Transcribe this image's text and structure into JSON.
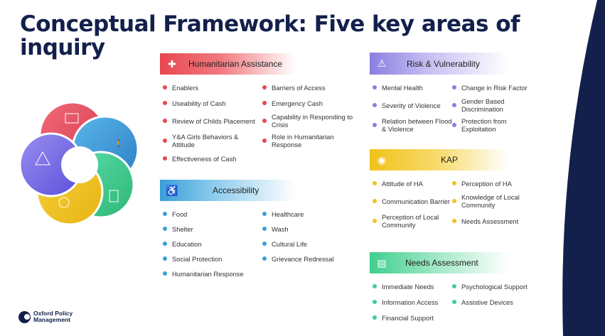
{
  "title": "Conceptual Framework: Five key areas of inquiry",
  "logo": {
    "line1": "Oxford Policy",
    "line2": "Management"
  },
  "sections": {
    "ha": {
      "label": "Humanitarian Assistance",
      "icon": "medical-kit-icon",
      "color": "#e9474f",
      "items": [
        "Enablers",
        "Barriers of Access",
        "Useability of Cash",
        "Emergency Cash",
        "Review of Childs Placement",
        "Capability in Responding to Crisis",
        "Y&A Girls Behaviors & Attitude",
        "Role in Humanitarian Response",
        "Effectiveness of Cash"
      ]
    },
    "acc": {
      "label": "Accessibility",
      "icon": "people-accessibility-icon",
      "color": "#3a9fd8",
      "items": [
        "Food",
        "Healthcare",
        "Shelter",
        "Wash",
        "Education",
        "Cultural Life",
        "Social Protection",
        "Grievance Redressal",
        "Humanitarian Response"
      ]
    },
    "risk": {
      "label": "Risk & Vulnerability",
      "icon": "warning-icon",
      "color": "#8a7fe0",
      "items": [
        "Mental Health",
        "Change in Risk Factor",
        "Severity of Violence",
        "Gender Based Discrimination",
        "Relation between Flood & Violence",
        "Protection from Exploitation"
      ]
    },
    "kap": {
      "label": "KAP",
      "icon": "brain-head-icon",
      "color": "#f1c21b",
      "items": [
        "Attitude of HA",
        "Perception of HA",
        "Communication Barrier",
        "Knowledge of Local Community",
        "Perception of Local Community",
        "Needs Assessment"
      ]
    },
    "needs": {
      "label": "Needs Assessment",
      "icon": "clipboard-icon",
      "color": "#3fcf8e",
      "items": [
        "Immediate Needs",
        "Psychological Support",
        "Information Access",
        "Assistive Devices",
        "Financial Support"
      ]
    }
  }
}
